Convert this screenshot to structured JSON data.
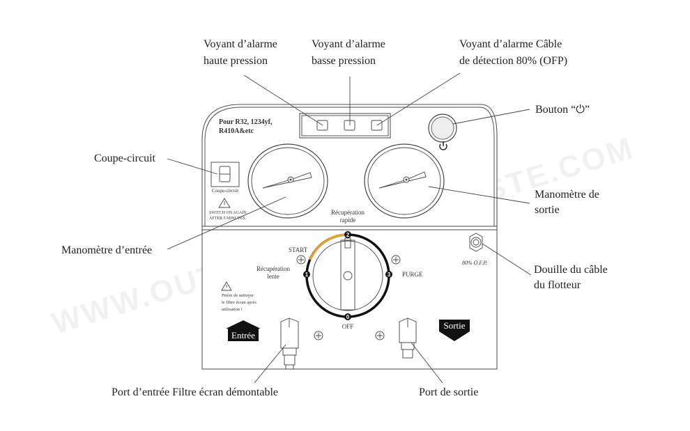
{
  "watermark": "WWW.OUTILLAGE-FRIGORISTE.COM",
  "panel": {
    "refrigerants": [
      "Pour R32, 1234yf,",
      "R410A&etc"
    ],
    "breaker_label": "Coupe-circuit",
    "warning_restart": [
      "SWITCH ON AGAIN",
      "AFTER 5 MINUTES."
    ],
    "warning_filter": [
      "Prière de nettoyer",
      "le filtre écran après",
      "utilisation !"
    ],
    "knob": {
      "positions": [
        "0",
        "1",
        "2",
        "3"
      ],
      "label_fast": [
        "Récupération",
        "rapide"
      ],
      "label_slow": [
        "Récupération",
        "lente"
      ],
      "start": "START",
      "purge": "PURGE",
      "off": "OFF"
    },
    "ofp_label": "80% O.F.P.",
    "inlet_label": "Entrée",
    "outlet_label": "Sortie",
    "accent_color": "#e8a030"
  },
  "callouts": {
    "high_pressure": [
      "Voyant  d’alarme",
      "haute pression"
    ],
    "low_pressure": [
      "Voyant  d’alarme",
      "basse pression"
    ],
    "ofp_alarm": [
      "Voyant  d’alarme Câble",
      "de détection 80% (OFP)"
    ],
    "power_button": "Bouton “⏻”",
    "breaker": "Coupe-circuit",
    "outlet_gauge": [
      "Manomètre de",
      "sortie"
    ],
    "inlet_gauge": "Manomètre d’entrée",
    "float_socket": [
      "Douille du câble",
      "du flotteur"
    ],
    "inlet_port": "Port d’entrée Filtre écran démontable",
    "outlet_port": "Port de sortie"
  }
}
